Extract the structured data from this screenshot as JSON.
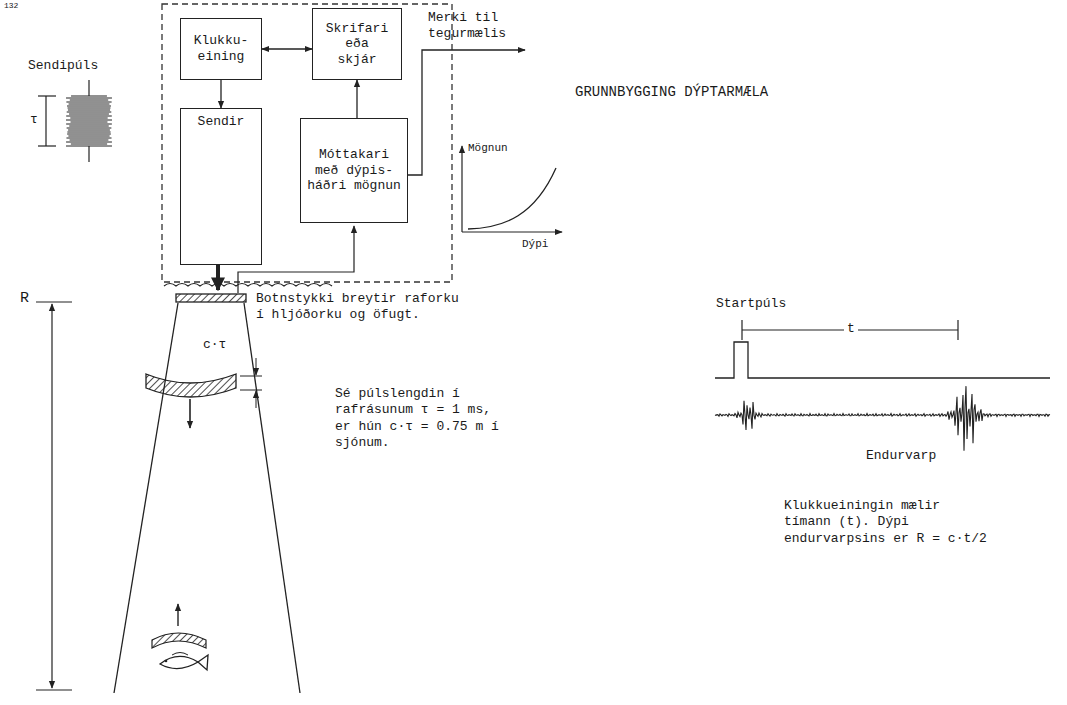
{
  "diagram": {
    "title": "GRUNNBYGGING DÝPTARMÆLA",
    "nodes": [
      {
        "text": [
          "Klukku- eining"
        ]
      },
      {
        "text": [
          "Skrifari eða skjár"
        ]
      },
      {
        "text": [
          "Sendir"
        ]
      },
      {
        "text": [
          "Móttakari með dýpis- háðri mögnun"
        ]
      }
    ],
    "edges": [
      {
        "from": 0,
        "to": 1,
        "arrow": "both"
      },
      {
        "from": 0,
        "to": 2,
        "arrow": "to"
      },
      {
        "from": 3,
        "to": 1,
        "arrow": "to"
      }
    ],
    "labels": [
      "132",
      "Sendipúls",
      "τ",
      "Merki til tegurmælis",
      "Mögnun",
      "Dýpi",
      "Botnstykki breytir raforku í hljóðorku og öfugt.",
      "R",
      "c·τ",
      "Sé púlslengdin í rafrásunum τ = 1 ms, er hún c·τ = 0.75 m í sjónum.",
      "Startpúls",
      "t",
      "Endurvarp",
      "Klukkueiningin mælir tímann (t). Dýpi endurvarpsins er R = c·t/2"
    ]
  }
}
